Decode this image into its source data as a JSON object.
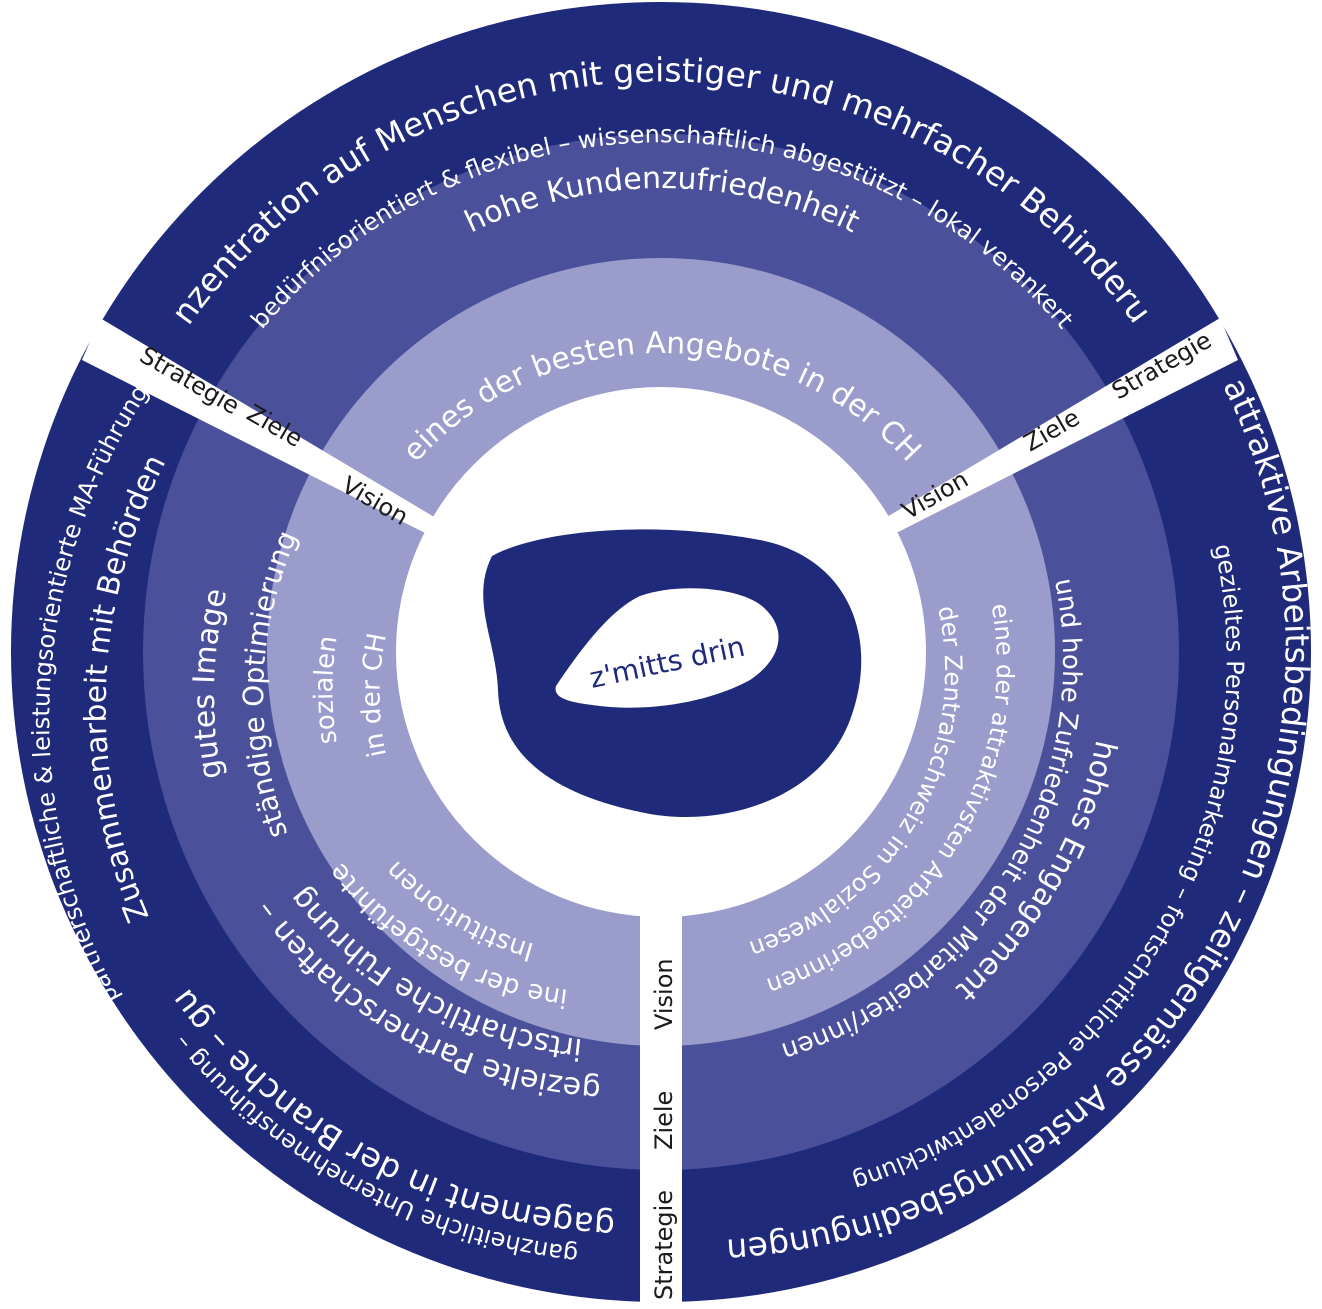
{
  "colors": {
    "strategie_ring": "#1f2a7a",
    "ziele_ring": "#4a519a",
    "vision_ring": "#9a9ccb",
    "center": "#ffffff",
    "separator": "#ffffff",
    "separator_text": "#1a1a1a"
  },
  "center": {
    "label": "z'mitts drin"
  },
  "separator_labels": {
    "strategie": "Strategie",
    "ziele": "Ziele",
    "vision": "Vision"
  },
  "sectors": {
    "top": {
      "strategie_main": "Konzentration auf Menschen mit geistiger und mehrfacher Behinderung",
      "strategie_sub": "bedürfnisorientiert & flexibel – wissenschaftlich abgestützt – lokal verankert",
      "ziele": "hohe Kundenzufriedenheit",
      "vision": "eines der besten Angebote in der CH"
    },
    "left": {
      "strategie_sub": "partnerschaftliche & leistungsorientierte MA-Führung",
      "strategie_main": "Zusammenarbeit mit Behörden",
      "ziele_line1": "gutes Image",
      "ziele_line2": "ständige Optimierung",
      "vision_line1": "sozialen",
      "vision_line2": "in der CH",
      "bottom_strategie_main": "Engagement in der Branche – gute",
      "bottom_strategie_sub": "ganzheitliche Unternehmensführung –",
      "bottom_ziele_line1": "gezielte Partnerschaften –",
      "bottom_ziele_line2": "wirtschaftliche Führung –",
      "bottom_vision_line1": "eine der bestgeführten",
      "bottom_vision_line2": "Institutionen"
    },
    "right": {
      "strategie_main": "attraktive Arbeitsbedingungen – zeitgemässe Anstellungsbedingungen",
      "strategie_sub": "gezieltes Personalmarketing – fortschrittliche Personalentwicklung",
      "ziele_line1": "hohes Engagement",
      "ziele_line2": "und hohe Zufriedenheit der Mitarbeiter/innen",
      "vision_line1": "eine der attraktivsten Arbeitgeberinnen",
      "vision_line2": "der Zentralschweiz im Sozialwesen"
    }
  }
}
